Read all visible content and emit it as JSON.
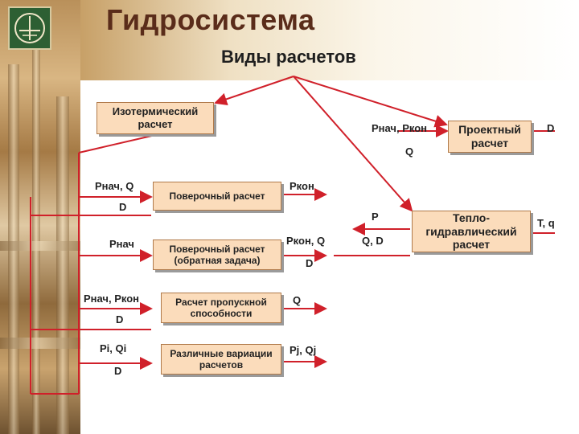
{
  "header": {
    "title": "Гидросистема",
    "subtitle": "Виды расчетов"
  },
  "boxes": {
    "isothermal": "Изотермический расчет",
    "design": "Проектный расчет",
    "check": "Поверочный расчет",
    "check_inverse": "Поверочный расчет (обратная задача)",
    "throughput": "Расчет пропускной способности",
    "variations": "Различные вариации расчетов",
    "thermohydraulic": "Тепло-гидравлический расчет"
  },
  "labels": {
    "pnach_pkon_top": "Pнач, Pкон",
    "q_top": "Q",
    "d_right": "D",
    "pnach_q": "Pнач, Q",
    "pkon_1": "Pкон",
    "d_1": "D",
    "p_label": "P",
    "t_q": "T, q",
    "pnach_2": "Pнач",
    "pkon_q": "Pкон, Q",
    "q_d": "Q, D",
    "d_2": "D",
    "pnach_pkon_3": "Pнач, Pкон",
    "q_3": "Q",
    "d_3": "D",
    "pi_qi": "Pi, Qi",
    "pj_qj": "Pj, Qj",
    "d_4": "D"
  },
  "colors": {
    "box_fill": "#fbdcbb",
    "line": "#d0202a",
    "title": "#5a2c1a"
  }
}
